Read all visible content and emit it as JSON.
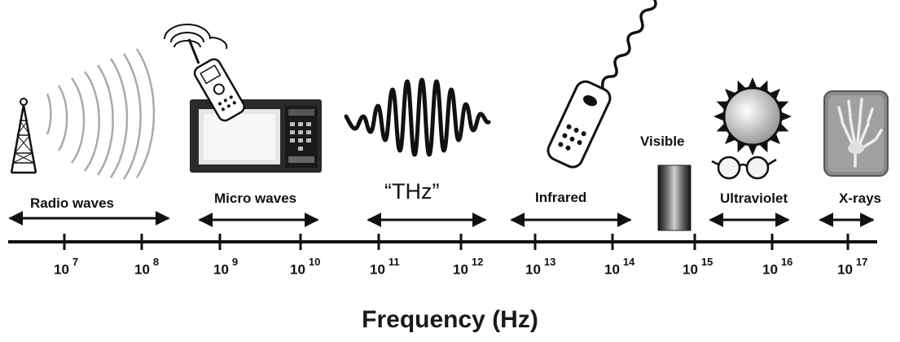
{
  "bands": [
    {
      "id": "radio",
      "label": "Radio waves"
    },
    {
      "id": "micro",
      "label": "Micro waves"
    },
    {
      "id": "thz",
      "label": "“THz”"
    },
    {
      "id": "infrared",
      "label": "Infrared"
    },
    {
      "id": "visible",
      "label": "Visible"
    },
    {
      "id": "ultraviolet",
      "label": "Ultraviolet"
    },
    {
      "id": "xrays",
      "label": "X-rays"
    }
  ],
  "ticks": [
    {
      "base": "10",
      "exp": "7"
    },
    {
      "base": "10",
      "exp": "8"
    },
    {
      "base": "10",
      "exp": "9"
    },
    {
      "base": "10",
      "exp": "10"
    },
    {
      "base": "10",
      "exp": "11"
    },
    {
      "base": "10",
      "exp": "12"
    },
    {
      "base": "10",
      "exp": "13"
    },
    {
      "base": "10",
      "exp": "14"
    },
    {
      "base": "10",
      "exp": "15"
    },
    {
      "base": "10",
      "exp": "16"
    },
    {
      "base": "10",
      "exp": "17"
    }
  ],
  "axis_title": "Frequency (Hz)",
  "icons": [
    "radio-tower-icon",
    "mobile-phone-icon",
    "microwave-oven-icon",
    "thz-wave-icon",
    "remote-control-icon",
    "visible-spectrum-icon",
    "sun-icon",
    "sunglasses-icon",
    "xray-hand-icon"
  ],
  "colors": {
    "ink": "#111111",
    "microwave": "#2a2a2a",
    "xray_bg": "#8a8a8a"
  }
}
